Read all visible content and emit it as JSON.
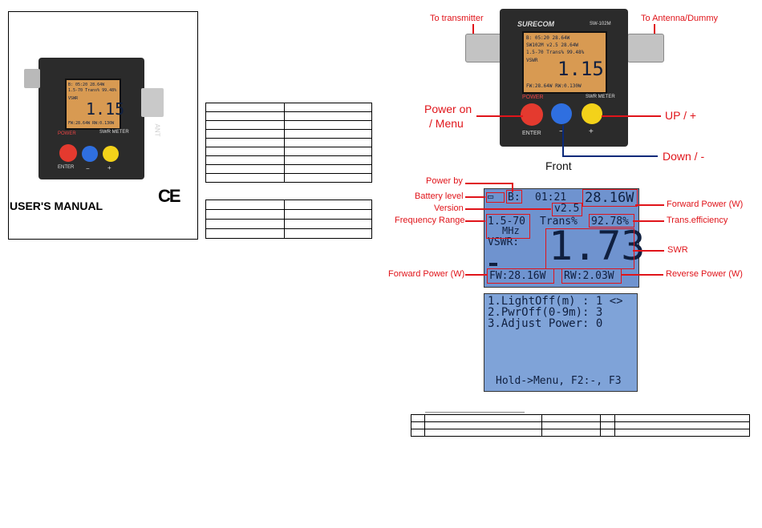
{
  "cover": {
    "title": "USER'S MANUAL",
    "ce_mark": "CE",
    "device": {
      "screen_lines": [
        "B: 05:20  28.64W",
        "1.5-70  Trans% 99.48%",
        "VSWR",
        "1.15",
        "FW:28.64W  RW:0.130W"
      ],
      "ant_label": "ANT",
      "power_label": "POWER",
      "enter_label": "ENTER",
      "meter_label": "SWR METER",
      "minus": "−",
      "plus": "+"
    }
  },
  "front": {
    "caption": "Front",
    "brand": "SURECOM",
    "model": "SW-102M",
    "labels": {
      "to_transmitter": "To transmitter",
      "to_antenna": "To Antenna/Dummy",
      "power_on": "Power on",
      "menu": "/ Menu",
      "up": "UP / +",
      "down": "Down / -"
    },
    "buttons": {
      "power": "POWER",
      "enter": "ENTER",
      "meter": "SWR METER",
      "minus": "−",
      "plus": "+"
    },
    "screen_lines": [
      "B: 05:20  28.64W",
      "SW102M v2.5  28.64W",
      "1.5-70  Trans% 99.48%",
      "VSWR",
      "1.15",
      "FW:28.64W  RW:0.130W"
    ]
  },
  "lcd_detail": {
    "battery_icon": "▭",
    "power_by": "B:",
    "time": "01:21",
    "forward_top": "28.16W",
    "version": "v2.5",
    "freq_line1": "1.5-70",
    "freq_line2": "MHz",
    "trans_label": "Trans%",
    "trans_value": "92.78%",
    "vswr_label": "VSWR:",
    "swr_value": "1.73",
    "fw_value": "FW:28.16W",
    "rw_value": "RW:2.03W",
    "annotations": {
      "power_by": "Power by",
      "battery_level": "Battery level",
      "version": "Version",
      "frequency_range": "Frequency Range",
      "forward_power_right": "Forward Power (W)",
      "trans_efficiency": "Trans.efficiency",
      "swr": "SWR",
      "forward_power_left": "Forward Power (W)",
      "reverse_power": "Reverse Power (W)"
    }
  },
  "menu_screen": {
    "lines": [
      "1.LightOff(m) :  1  <>",
      "2.PwrOff(0-9m):  3",
      "3.Adjust Power:  0"
    ],
    "footer": "Hold->Menu, F2:-, F3"
  },
  "colors": {
    "annotation_red": "#e0141a",
    "lcd_blue": "#6f93cf",
    "power_button": "#e43a2f",
    "minus_button": "#2f6fe0",
    "plus_button": "#f3d21a"
  }
}
